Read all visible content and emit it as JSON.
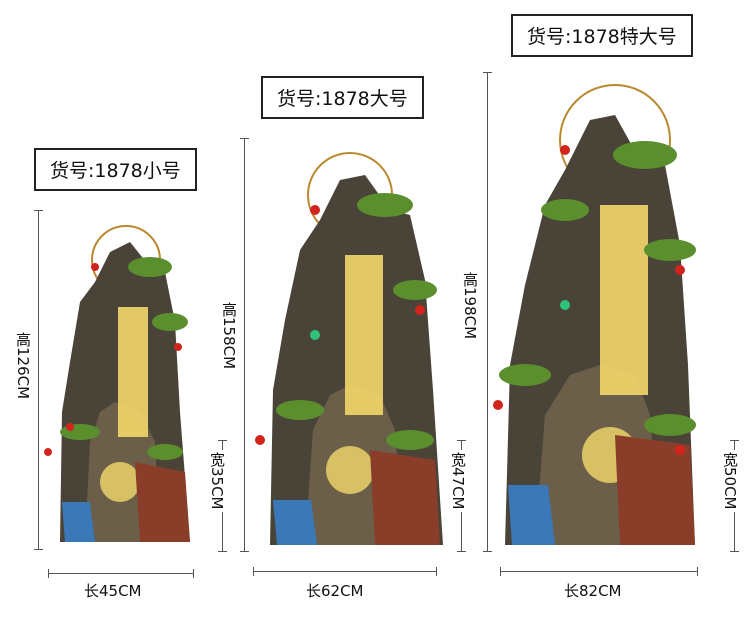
{
  "products": [
    {
      "model_label": "货号:1878小号",
      "height_label": "高126CM",
      "width_label": "宽35CM",
      "length_label": "长45CM"
    },
    {
      "model_label": "货号:1878大号",
      "height_label": "高158CM",
      "width_label": "宽47CM",
      "length_label": "长62CM"
    },
    {
      "model_label": "货号:1878特大号",
      "height_label": "高198CM",
      "width_label": "宽50CM",
      "length_label": "长82CM"
    }
  ],
  "colors": {
    "rock": "#4a4438",
    "rock_light": "#7a6e58",
    "water": "#f4d86a",
    "pine": "#5b8f2e",
    "lantern": "#d2241c",
    "ring": "#b8892f",
    "pot_red": "#8a3e2a",
    "pot_blue": "#3a78b8"
  },
  "icons": [
    "rockery-fountain-image"
  ]
}
